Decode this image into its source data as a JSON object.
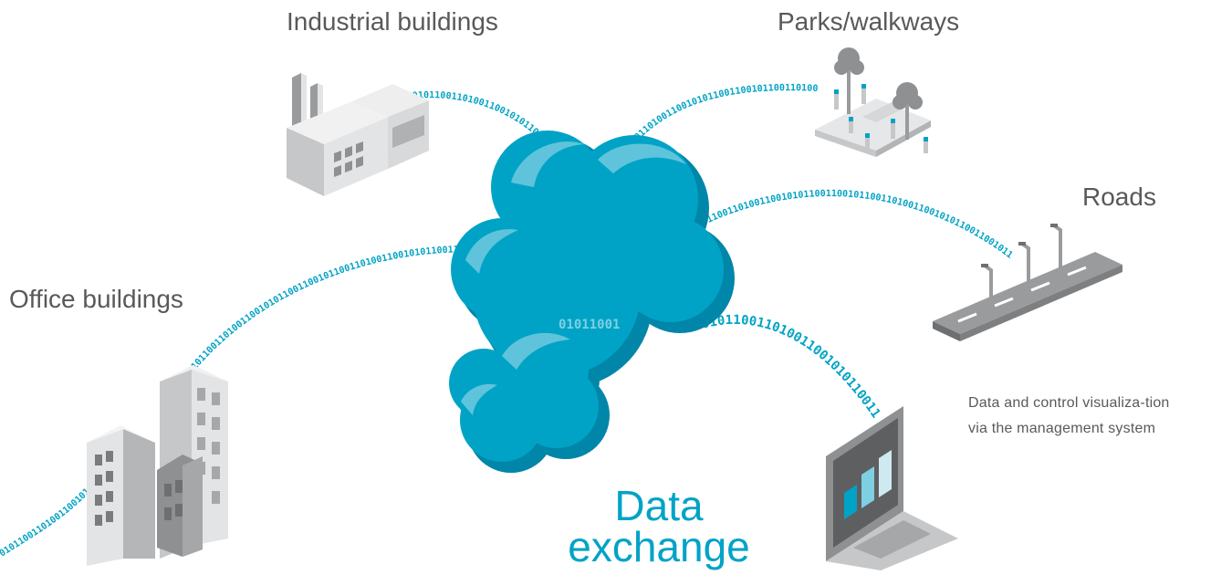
{
  "labels": {
    "industrial": "Industrial buildings",
    "parks": "Parks/walkways",
    "roads": "Roads",
    "office": "Office buildings",
    "management": "Data and control visualiza-tion via the management system"
  },
  "center": {
    "line1": "Data",
    "line2": "exchange"
  },
  "binary_stream": "0101100110100110010101100110",
  "colors": {
    "accent": "#00a3c6",
    "accent_light": "#7fcfe3",
    "text": "#58595b",
    "building_light": "#e3e4e5",
    "building_mid": "#c6c7c8",
    "building_dark": "#9a9b9d"
  },
  "icons": [
    "cloud-icon",
    "factory-icon",
    "park-icon",
    "road-icon",
    "office-buildings-icon",
    "laptop-icon"
  ]
}
